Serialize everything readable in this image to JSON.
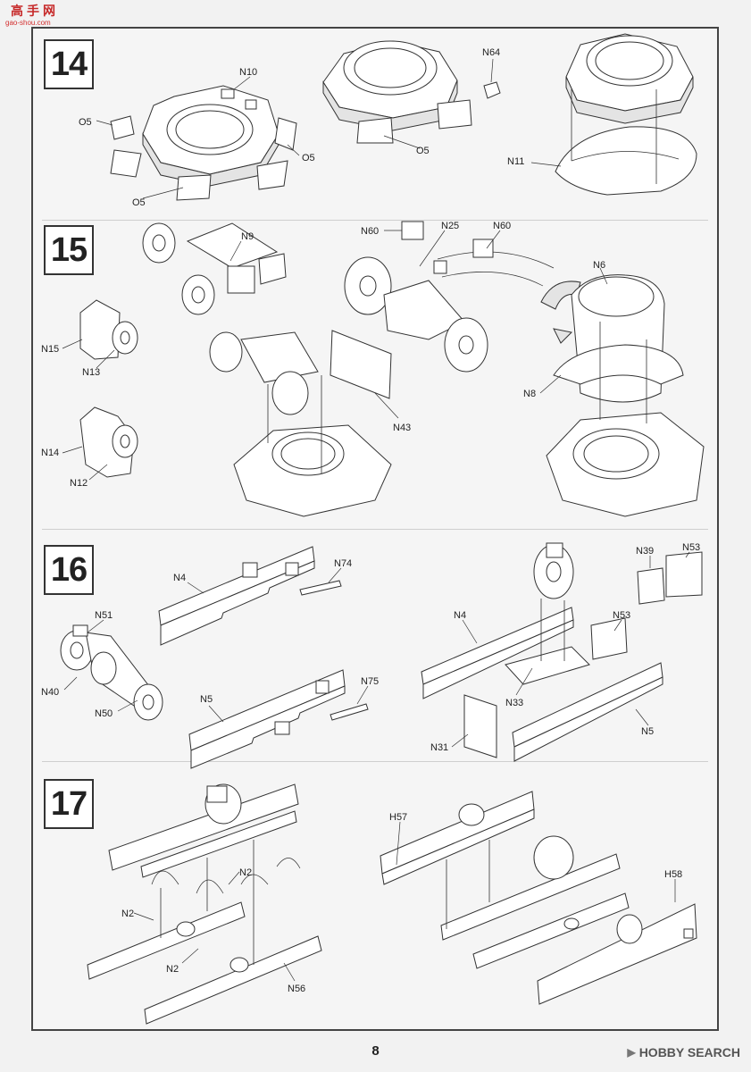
{
  "logo": {
    "title": "高手网",
    "url": "gao-shou.com"
  },
  "steps": [
    {
      "number": "14",
      "labels": [
        "N10",
        "O5",
        "O5",
        "O5",
        "N64",
        "O5",
        "N11"
      ]
    },
    {
      "number": "15",
      "labels": [
        "N9",
        "N15",
        "N13",
        "N14",
        "N12",
        "N60",
        "N25",
        "N60",
        "N6",
        "N43",
        "N8"
      ]
    },
    {
      "number": "16",
      "labels": [
        "N4",
        "N74",
        "N51",
        "N40",
        "N50",
        "N5",
        "N75",
        "N39",
        "N53",
        "N4",
        "N53",
        "N33",
        "N31",
        "N5"
      ]
    },
    {
      "number": "17",
      "labels": [
        "N2",
        "N2",
        "N2",
        "N56",
        "H57",
        "H58"
      ]
    }
  ],
  "page_number": "8",
  "watermark": {
    "icon": "trademark-glyph",
    "text": "HOBBY SEARCH"
  }
}
